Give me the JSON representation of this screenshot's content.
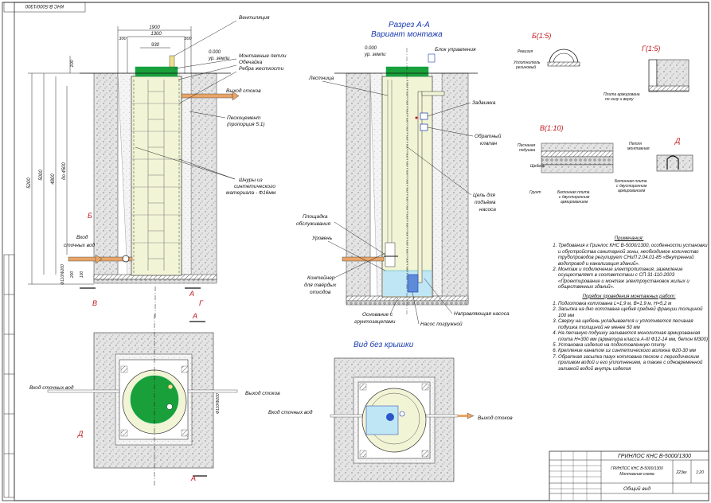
{
  "labels": {
    "section_title": "Разрез А-А",
    "section_subtitle": "Вариант монтажа",
    "top_view_title": "Вид без крышки",
    "ventilation": "Вентиляция",
    "mounting_loops": "Монтажные петли",
    "shell": "Обечайка",
    "stiffener": "Ребра жесткости",
    "outlet": "Выход стоков",
    "sand_cement": "Пескоцемент",
    "sand_cement_ratio": "(пропорция 5:1)",
    "cords_1": "Шнуры из",
    "cords_2": "синтетического",
    "cords_3": "материала - Ф16мм",
    "inlet_1": "Вход",
    "inlet_2": "сточных вод",
    "control_box": "Блок управления",
    "ladder": "Лестница",
    "valve": "Задвижка",
    "check_valve_1": "Обратный",
    "check_valve_2": "клапан",
    "chain_1": "Цепь для",
    "chain_2": "подъёма",
    "chain_3": "насоса",
    "platform_1": "Площадка",
    "platform_2": "обслуживания",
    "level": "Уровень",
    "container_1": "Контейнер",
    "container_2": "для твёрдых",
    "container_3": "отходов",
    "base_1": "Основание с",
    "base_2": "грунтозацепами",
    "guide": "Направляющая насоса",
    "pump": "Насос погружной",
    "ground_level": "0.000",
    "ground_level_2": "ур. земли",
    "inlet_plan": "Вход сточных вод",
    "outlet_plan": "Выход стоков"
  },
  "details": {
    "b": "Б(1:5)",
    "g": "Г(1:5)",
    "v": "В(1:10)",
    "d": "Д",
    "b_note1": "Ревизия",
    "b_note2": "Уплотнитель",
    "b_note3": "резиновый",
    "g_note1": "Плита армирована",
    "g_note2": "по низу и верху",
    "v_note1": "Песчаная",
    "v_note2": "подушка",
    "v_note3": "Щебень",
    "v_note4": "Грунт",
    "v_note5": "Бетонная плита",
    "v_note6": "с двусторонним",
    "v_note7": "армированием",
    "d_note1": "Петля",
    "d_note2": "монтажная",
    "d_note3": "Бетонная плита",
    "d_note4": "с двусторонним",
    "d_note5": "армированием"
  },
  "letters": {
    "a": "А",
    "b": "Б",
    "v": "В",
    "g": "Г",
    "d": "Д"
  },
  "dimensions": {
    "w1900": "1900",
    "w1300": "1300",
    "w930": "930",
    "w300a": "300",
    "w300b": "300",
    "h100": "100",
    "h5200": "5200",
    "h5000": "5000",
    "h4800": "4800",
    "h4500": "до 4500",
    "d110a": "Ф110/Ф200",
    "d110b": "Ф110/Ф200",
    "d110c": "Ф110/Ф200",
    "d200": "200",
    "d100": "100"
  },
  "notes": {
    "title": "Примечания:",
    "items": [
      "Требования к Гринлос КНС В-5000/1300, особенности установки и обустройства санитарной зоны, необходимое количество трубопроводов регулирует СНиП 2.04.01-85 «Внутренний водопровод и канализация зданий».",
      "Монтаж и подключение электропитания, заземление осуществляет в соответствии с СП 31-110-2003 «Проектирование и монтаж электроустановок жилых и общественных зданий»."
    ],
    "order_title": "Порядок проведения монтажных работ:",
    "order": [
      "Подготовка котлована L=1,9 м, В=1,9 м, Н=5,2 м",
      "Засыпка на дно котлована щебня средней фракции толщиной 100 мм",
      "Сверху на щебень укладывается и уплотняется песчаная подушка толщиной не менее 50 мм",
      "На песчаную подушку заливается монолитная армированная плита Н=300 мм (арматура класса A-III Ф12-14 мм, бетон М300)",
      "Установка изделия на подготовленную плиту",
      "Крепление канатом из синтетического волокна Ф20-30 мм",
      "Обратная засыпка пазух котлована песком с периодическим проливом водой и его уплотнением, а также с одновременной заливкой водой внутрь изделия"
    ]
  },
  "title_block": {
    "product": "ГРИНЛОС КНС В-5000/1300",
    "doc": "ГРИНЛОС КНС В-5000/1300",
    "doc_sub": "Монтажная схема",
    "sheet_name": "Общий вид",
    "sheet_no": "223кг",
    "scale": "1:20",
    "vertical_code": "КНС В-5000/1300"
  },
  "colors": {
    "tank_green": "#1aa03a",
    "tank_body": "#f2f4d6",
    "water": "#bfe6f5",
    "soil": "#d8d8d8",
    "accent_blue": "#1a3bb0",
    "accent_red": "#c0181b",
    "pipe": "#e9a567"
  }
}
